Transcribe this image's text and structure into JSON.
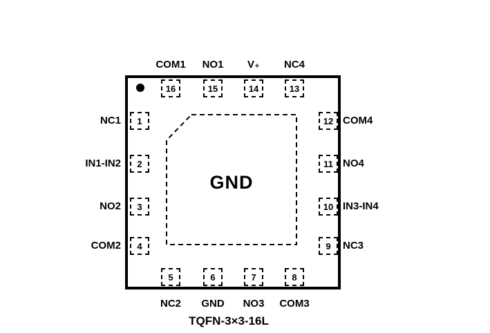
{
  "package": {
    "title": "TQFN-3×3-16L",
    "center_pad_label": "GND"
  },
  "colors": {
    "line": "#000000",
    "background": "#ffffff",
    "text": "#000000"
  },
  "pins": {
    "top": [
      {
        "number": "16",
        "label": "COM1"
      },
      {
        "number": "15",
        "label": "NO1"
      },
      {
        "number": "14",
        "label": "V₊"
      },
      {
        "number": "13",
        "label": "NC4"
      }
    ],
    "left": [
      {
        "number": "1",
        "label": "NC1"
      },
      {
        "number": "2",
        "label": "IN1-IN2"
      },
      {
        "number": "3",
        "label": "NO2"
      },
      {
        "number": "4",
        "label": "COM2"
      }
    ],
    "right": [
      {
        "number": "12",
        "label": "COM4"
      },
      {
        "number": "11",
        "label": "NO4"
      },
      {
        "number": "10",
        "label": "IN3-IN4"
      },
      {
        "number": "9",
        "label": "NC3"
      }
    ],
    "bottom": [
      {
        "number": "5",
        "label": "NC2"
      },
      {
        "number": "6",
        "label": "GND"
      },
      {
        "number": "7",
        "label": "NO3"
      },
      {
        "number": "8",
        "label": "COM3"
      }
    ]
  }
}
